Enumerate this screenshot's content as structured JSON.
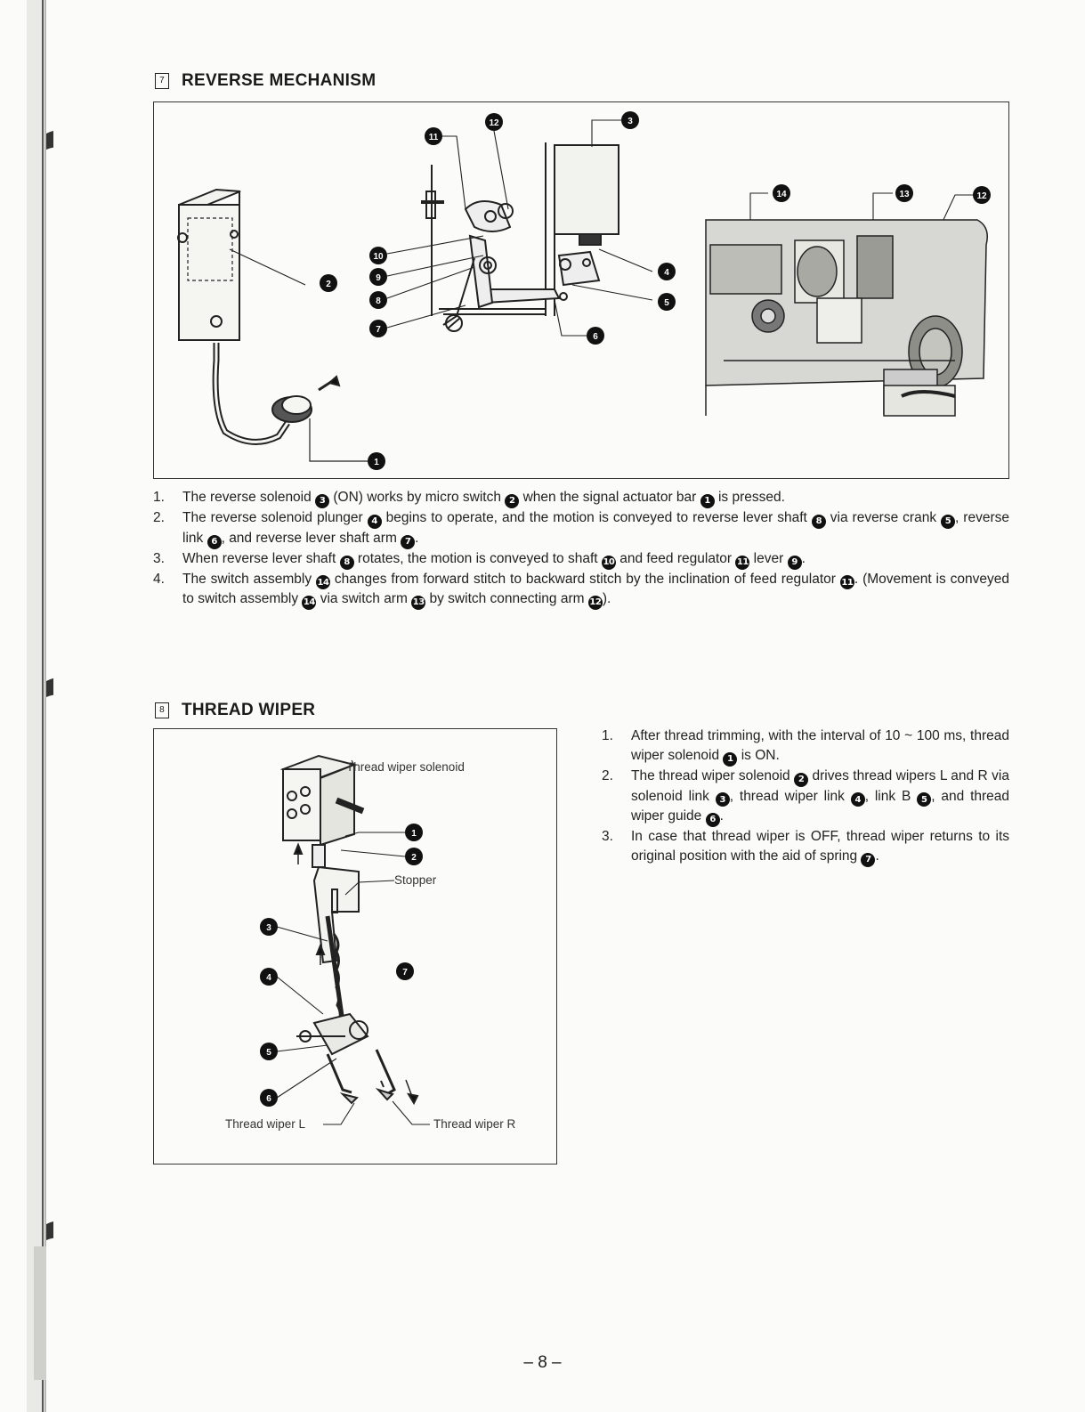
{
  "section7": {
    "number": "7",
    "title": "REVERSE MECHANISM",
    "callouts": [
      "1",
      "2",
      "3",
      "4",
      "5",
      "6",
      "7",
      "8",
      "9",
      "10",
      "11",
      "12",
      "13",
      "14"
    ],
    "steps": [
      {
        "n": "1.",
        "parts": [
          {
            "t": "The reverse solenoid "
          },
          {
            "c": "3"
          },
          {
            "t": " (ON) works by micro switch "
          },
          {
            "c": "2"
          },
          {
            "t": " when the signal actuator bar "
          },
          {
            "c": "1"
          },
          {
            "t": " is pressed."
          }
        ]
      },
      {
        "n": "2.",
        "parts": [
          {
            "t": "The reverse solenoid plunger "
          },
          {
            "c": "4"
          },
          {
            "t": " begins to operate, and the motion is conveyed to reverse lever shaft "
          },
          {
            "c": "8"
          },
          {
            "t": " via reverse crank "
          },
          {
            "c": "5"
          },
          {
            "t": ", reverse link "
          },
          {
            "c": "6"
          },
          {
            "t": ", and reverse lever shaft arm "
          },
          {
            "c": "7"
          },
          {
            "t": "."
          }
        ]
      },
      {
        "n": "3.",
        "parts": [
          {
            "t": "When reverse lever shaft "
          },
          {
            "c": "8"
          },
          {
            "t": " rotates, the motion is conveyed to shaft "
          },
          {
            "c": "10"
          },
          {
            "t": " and feed regulator "
          },
          {
            "c": "11"
          },
          {
            "t": " lever "
          },
          {
            "c": "9"
          },
          {
            "t": "."
          }
        ]
      },
      {
        "n": "4.",
        "parts": [
          {
            "t": "The switch assembly "
          },
          {
            "c": "14"
          },
          {
            "t": " changes from forward stitch to backward stitch by the inclination of feed regulator "
          },
          {
            "c": "11"
          },
          {
            "t": ". (Movement is conveyed to switch assembly "
          },
          {
            "c": "14"
          },
          {
            "t": " via switch arm "
          },
          {
            "c": "13"
          },
          {
            "t": " by switch connecting arm "
          },
          {
            "c": "12"
          },
          {
            "t": ")."
          }
        ]
      }
    ]
  },
  "section8": {
    "number": "8",
    "title": "THREAD WIPER",
    "labels": {
      "solenoid": "Thread wiper solenoid",
      "stopper": "Stopper",
      "wiper_l": "Thread wiper L",
      "wiper_r": "Thread wiper R"
    },
    "callouts": [
      "1",
      "2",
      "3",
      "4",
      "5",
      "6",
      "7"
    ],
    "steps": [
      {
        "n": "1.",
        "parts": [
          {
            "t": "After thread trimming, with the interval of 10 ~ 100 ms, thread wiper solenoid "
          },
          {
            "c": "1"
          },
          {
            "t": " is ON."
          }
        ]
      },
      {
        "n": "2.",
        "parts": [
          {
            "t": "The thread wiper solenoid "
          },
          {
            "c": "2"
          },
          {
            "t": " drives thread wipers L and R via solenoid link "
          },
          {
            "c": "3"
          },
          {
            "t": ", thread wiper link "
          },
          {
            "c": "4"
          },
          {
            "t": ", link B "
          },
          {
            "c": "5"
          },
          {
            "t": ", and thread wiper guide "
          },
          {
            "c": "6"
          },
          {
            "t": "."
          }
        ]
      },
      {
        "n": "3.",
        "parts": [
          {
            "t": "In case that thread wiper is OFF, thread wiper returns to its original position with the aid of spring "
          },
          {
            "c": "7"
          },
          {
            "t": "."
          }
        ]
      }
    ]
  },
  "page_number": "– 8 –"
}
